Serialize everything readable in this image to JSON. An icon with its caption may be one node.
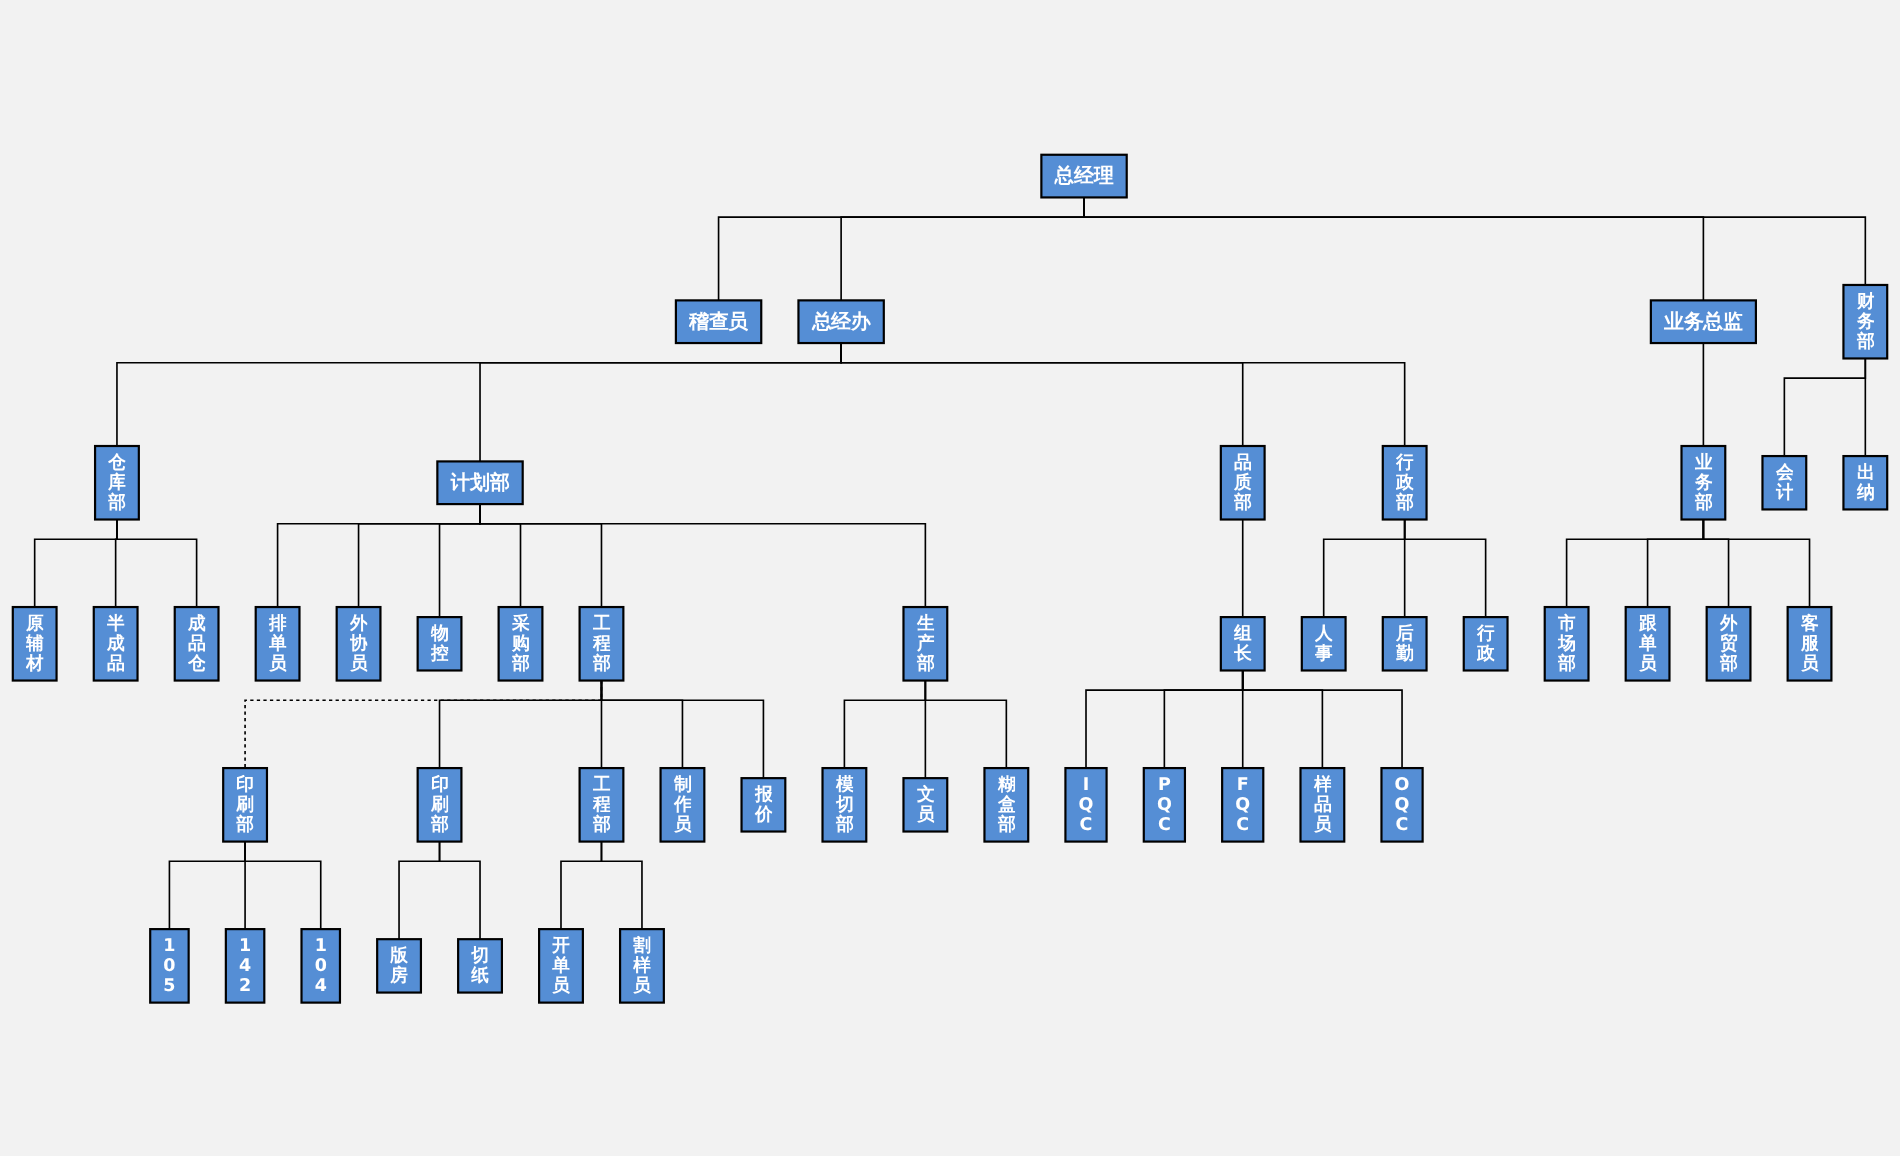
{
  "diagram": {
    "nodes": [
      {
        "text": [
          "总经理"
        ]
      },
      {
        "text": [
          "稽查员"
        ]
      },
      {
        "text": [
          "总经办"
        ]
      },
      {
        "text": [
          "业务总监"
        ]
      },
      {
        "text": [
          "计划部"
        ]
      },
      {
        "text": [
          "采购部"
        ]
      },
      {
        "text": [
          "工程部"
        ]
      },
      {
        "text": [
          "生产部"
        ]
      },
      {
        "text": [
          "品质部"
        ]
      },
      {
        "text": [
          "行政部"
        ]
      },
      {
        "text": [
          "业务部"
        ]
      },
      {
        "text": [
          "财务部"
        ]
      },
      {
        "text": [
          "仓库部"
        ]
      },
      {
        "text": [
          "物控"
        ]
      },
      {
        "text": [
          "印刷部"
        ]
      },
      {
        "text": [
          "印刷部"
        ]
      },
      {
        "text": [
          "工程部"
        ]
      },
      {
        "text": [
          "模切部"
        ]
      },
      {
        "text": [
          "文员"
        ]
      },
      {
        "text": [
          "糊盒部"
        ]
      },
      {
        "text": [
          "组长"
        ]
      },
      {
        "text": [
          "原辅材"
        ]
      },
      {
        "text": [
          "半成品"
        ]
      },
      {
        "text": [
          "成品仓"
        ]
      },
      {
        "text": [
          "排单员"
        ]
      },
      {
        "text": [
          "外协员"
        ]
      },
      {
        "text": [
          "105"
        ]
      },
      {
        "text": [
          "142"
        ]
      },
      {
        "text": [
          "104"
        ]
      },
      {
        "text": [
          "版房"
        ]
      },
      {
        "text": [
          "切纸"
        ]
      },
      {
        "text": [
          "开单员"
        ]
      },
      {
        "text": [
          "割样员"
        ]
      },
      {
        "text": [
          "制作员"
        ]
      },
      {
        "text": [
          "报价"
        ]
      },
      {
        "text": [
          "IQC"
        ]
      },
      {
        "text": [
          "PQC"
        ]
      },
      {
        "text": [
          "FQC"
        ]
      },
      {
        "text": [
          "样品员"
        ]
      },
      {
        "text": [
          "OQC"
        ]
      },
      {
        "text": [
          "人事"
        ]
      },
      {
        "text": [
          "后勤"
        ]
      },
      {
        "text": [
          "行政"
        ]
      },
      {
        "text": [
          "市场部"
        ]
      },
      {
        "text": [
          "跟单员"
        ]
      },
      {
        "text": [
          "外贸部"
        ]
      },
      {
        "text": [
          "客服员"
        ]
      },
      {
        "text": [
          "会计"
        ]
      },
      {
        "text": [
          "出纳"
        ]
      }
    ],
    "edges": [
      {
        "from": 0,
        "to": 1,
        "arrow": "none"
      },
      {
        "from": 0,
        "to": 2,
        "arrow": "none"
      },
      {
        "from": 0,
        "to": 3,
        "arrow": "none"
      },
      {
        "from": 0,
        "to": 11,
        "arrow": "none"
      },
      {
        "from": 2,
        "to": 12,
        "arrow": "none"
      },
      {
        "from": 2,
        "to": 4,
        "arrow": "none"
      },
      {
        "from": 2,
        "to": 8,
        "arrow": "none"
      },
      {
        "from": 2,
        "to": 9,
        "arrow": "none"
      },
      {
        "from": 3,
        "to": 10,
        "arrow": "none"
      },
      {
        "from": 4,
        "to": 24,
        "arrow": "none"
      },
      {
        "from": 4,
        "to": 25,
        "arrow": "none"
      },
      {
        "from": 4,
        "to": 13,
        "arrow": "none"
      },
      {
        "from": 4,
        "to": 5,
        "arrow": "none"
      },
      {
        "from": 4,
        "to": 6,
        "arrow": "none"
      },
      {
        "from": 4,
        "to": 7,
        "arrow": "none"
      },
      {
        "from": 6,
        "to": 14,
        "arrow": "none",
        "style": "dashed"
      },
      {
        "from": 6,
        "to": 15,
        "arrow": "none"
      },
      {
        "from": 6,
        "to": 16,
        "arrow": "none"
      },
      {
        "from": 6,
        "to": 33,
        "arrow": "none"
      },
      {
        "from": 6,
        "to": 34,
        "arrow": "none"
      },
      {
        "from": 7,
        "to": 17,
        "arrow": "none"
      },
      {
        "from": 7,
        "to": 18,
        "arrow": "none"
      },
      {
        "from": 7,
        "to": 19,
        "arrow": "none"
      },
      {
        "from": 8,
        "to": 20,
        "arrow": "none"
      },
      {
        "from": 9,
        "to": 40,
        "arrow": "none"
      },
      {
        "from": 9,
        "to": 41,
        "arrow": "none"
      },
      {
        "from": 9,
        "to": 42,
        "arrow": "none"
      },
      {
        "from": 10,
        "to": 43,
        "arrow": "none"
      },
      {
        "from": 10,
        "to": 44,
        "arrow": "none"
      },
      {
        "from": 10,
        "to": 45,
        "arrow": "none"
      },
      {
        "from": 10,
        "to": 46,
        "arrow": "none"
      },
      {
        "from": 11,
        "to": 47,
        "arrow": "none"
      },
      {
        "from": 11,
        "to": 48,
        "arrow": "none"
      },
      {
        "from": 12,
        "to": 21,
        "arrow": "none"
      },
      {
        "from": 12,
        "to": 22,
        "arrow": "none"
      },
      {
        "from": 12,
        "to": 23,
        "arrow": "none"
      },
      {
        "from": 14,
        "to": 26,
        "arrow": "none"
      },
      {
        "from": 14,
        "to": 27,
        "arrow": "none"
      },
      {
        "from": 14,
        "to": 28,
        "arrow": "none"
      },
      {
        "from": 15,
        "to": 29,
        "arrow": "none"
      },
      {
        "from": 15,
        "to": 30,
        "arrow": "none"
      },
      {
        "from": 16,
        "to": 31,
        "arrow": "none"
      },
      {
        "from": 16,
        "to": 32,
        "arrow": "none"
      },
      {
        "from": 20,
        "to": 35,
        "arrow": "none"
      },
      {
        "from": 20,
        "to": 36,
        "arrow": "none"
      },
      {
        "from": 20,
        "to": 37,
        "arrow": "none"
      },
      {
        "from": 20,
        "to": 38,
        "arrow": "none"
      },
      {
        "from": 20,
        "to": 39,
        "arrow": "none"
      }
    ]
  }
}
